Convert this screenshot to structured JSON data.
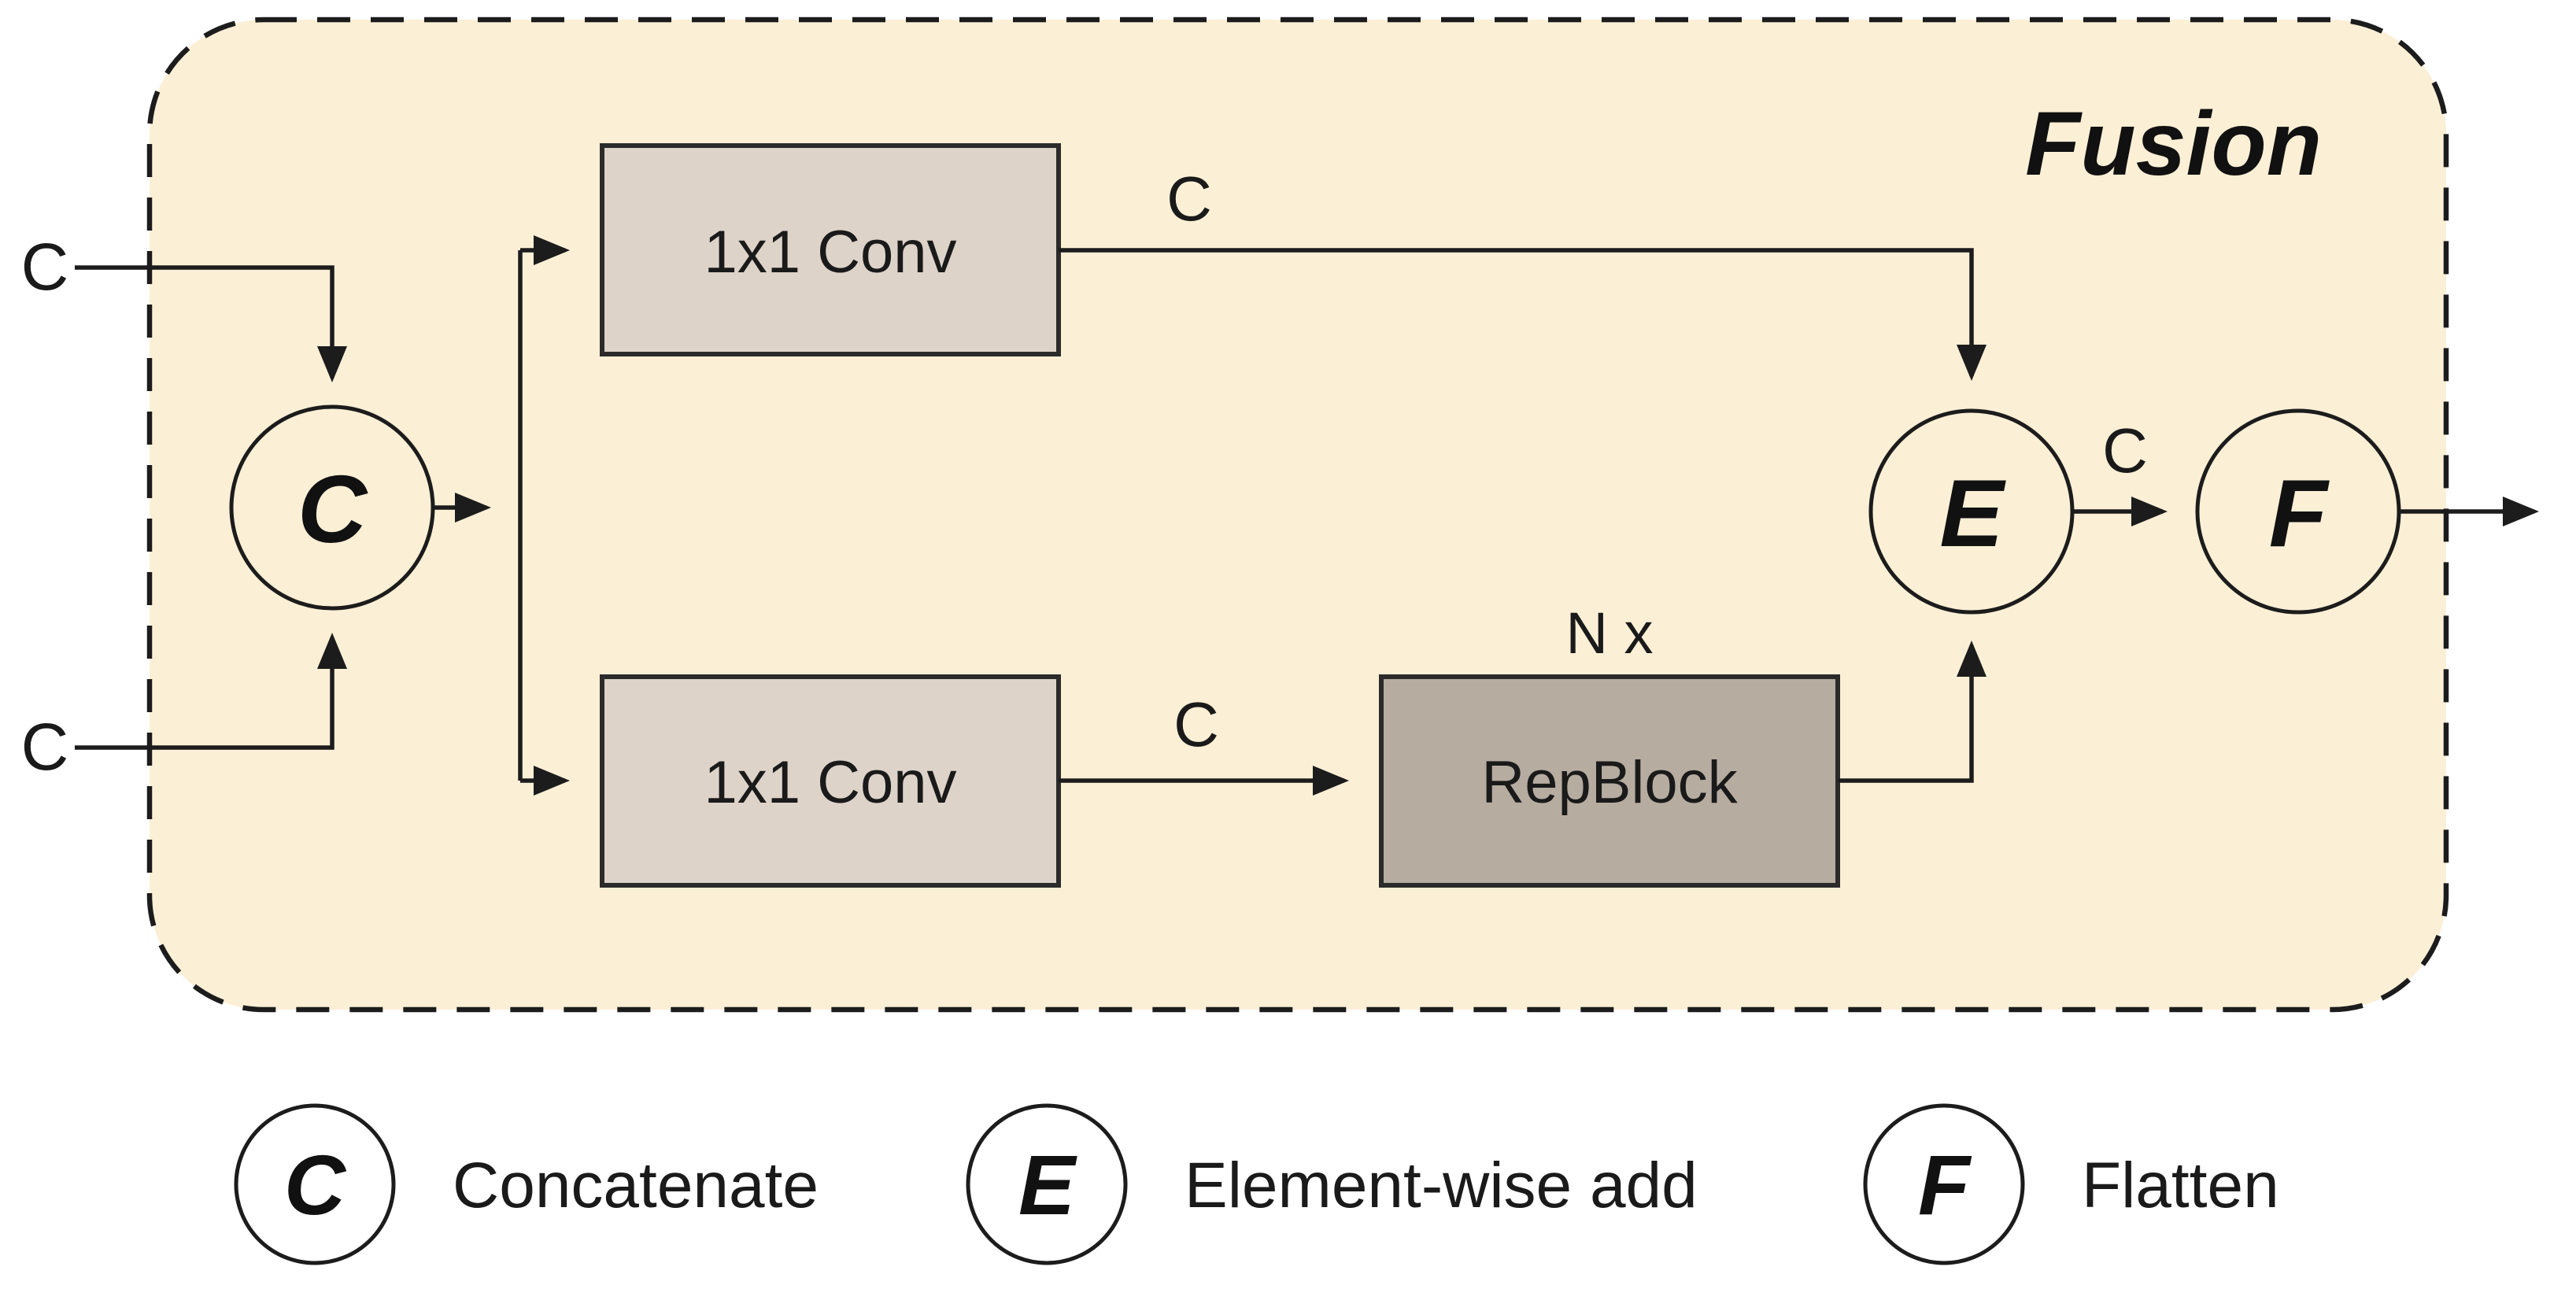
{
  "diagram": {
    "title": "Fusion",
    "inputs": {
      "top": "C",
      "bottom": "C"
    },
    "nodes": {
      "concat_symbol": "C",
      "conv_top": "1x1 Conv",
      "conv_bottom": "1x1 Conv",
      "repblock": "RepBlock",
      "repblock_repeat": "N x",
      "add_symbol": "E",
      "flatten_symbol": "F"
    },
    "edge_labels": {
      "conv_top_out": "C",
      "conv_bottom_out": "C",
      "add_to_flatten": "C"
    }
  },
  "legend": {
    "items": [
      {
        "symbol": "C",
        "label": "Concatenate"
      },
      {
        "symbol": "E",
        "label": "Element-wise add"
      },
      {
        "symbol": "F",
        "label": "Flatten"
      }
    ]
  },
  "colors": {
    "container_fill": "#FBEFD6",
    "conv_fill": "#DDD3C9",
    "repblock_fill": "#B6ACA0",
    "line": "#1c1c1c"
  }
}
